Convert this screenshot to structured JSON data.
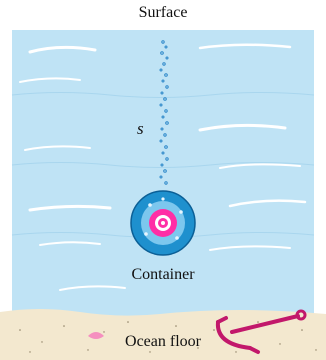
{
  "labels": {
    "surface": "Surface",
    "depth": "s",
    "container": "Container",
    "ocean_floor": "Ocean floor"
  },
  "colors": {
    "water": "#bfe3f5",
    "wave_highlight": "#ffffff",
    "sand": "#f3e8cf",
    "container_outer": "#1e90ce",
    "container_inner": "#ff2ea6",
    "anchor": "#c2186b",
    "bubbles": "#2a86c8",
    "shell": "#f58fbf"
  },
  "icons": {
    "container": "round-container-icon",
    "anchor": "anchor-icon",
    "bubbles": "bubble-trail-icon",
    "shell": "shell-icon"
  }
}
